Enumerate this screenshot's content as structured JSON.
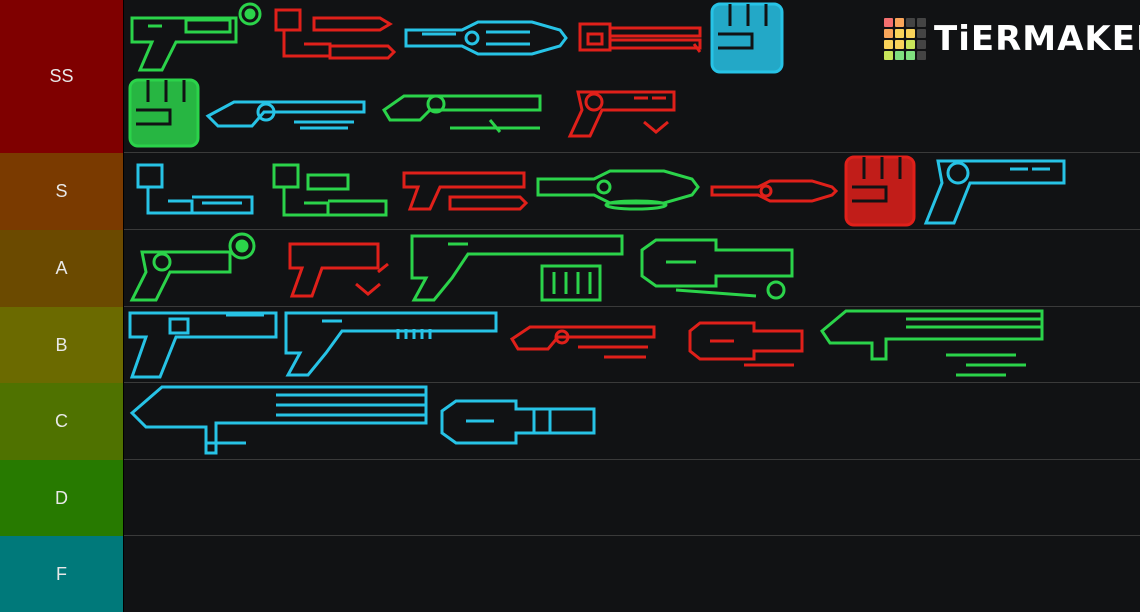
{
  "watermark": {
    "text": "TiERMAKER"
  },
  "colors": {
    "green": "#2bd34a",
    "red": "#e0201a",
    "cyan": "#27c3e6"
  },
  "tiers": [
    {
      "label": "SS",
      "color": "#7f0000"
    },
    {
      "label": "S",
      "color": "#7a3a00"
    },
    {
      "label": "A",
      "color": "#6b4a00"
    },
    {
      "label": "B",
      "color": "#6b6a00"
    },
    {
      "label": "C",
      "color": "#4f7200"
    },
    {
      "label": "D",
      "color": "#277a00"
    },
    {
      "label": "F",
      "color": "#00797a"
    }
  ],
  "items": {
    "ss": [
      {
        "icon": "green-pistol-icon",
        "color": "green"
      },
      {
        "icon": "red-chainsaw-arm-icon",
        "color": "red"
      },
      {
        "icon": "cyan-plasma-rifle-icon",
        "color": "cyan"
      },
      {
        "icon": "red-chaingun-icon",
        "color": "red"
      },
      {
        "icon": "cyan-fist-icon",
        "color": "cyan"
      },
      {
        "icon": "green-fist-icon",
        "color": "green"
      },
      {
        "icon": "cyan-rail-rifle-icon",
        "color": "cyan"
      },
      {
        "icon": "green-launcher-icon",
        "color": "green"
      },
      {
        "icon": "red-revolver-icon",
        "color": "red"
      }
    ],
    "s": [
      {
        "icon": "cyan-robot-arm-icon",
        "color": "cyan"
      },
      {
        "icon": "green-robot-arm-icon",
        "color": "green"
      },
      {
        "icon": "red-chainsaw-gun-icon",
        "color": "red"
      },
      {
        "icon": "green-plasma-rifle-icon",
        "color": "green"
      },
      {
        "icon": "red-plasma-rifle-icon",
        "color": "red"
      },
      {
        "icon": "red-fist-icon",
        "color": "red"
      },
      {
        "icon": "cyan-revolver-icon",
        "color": "cyan"
      }
    ],
    "a": [
      {
        "icon": "green-revolver-icon",
        "color": "green"
      },
      {
        "icon": "red-pistol-icon",
        "color": "red"
      },
      {
        "icon": "green-shotgun-icon",
        "color": "green"
      },
      {
        "icon": "green-minigun-icon",
        "color": "green"
      }
    ],
    "b": [
      {
        "icon": "cyan-pistol-icon",
        "color": "cyan"
      },
      {
        "icon": "cyan-shotgun-icon",
        "color": "cyan"
      },
      {
        "icon": "red-rail-rifle-icon",
        "color": "red"
      },
      {
        "icon": "red-minigun-icon",
        "color": "red"
      },
      {
        "icon": "green-rocket-launcher-icon",
        "color": "green"
      }
    ],
    "c": [
      {
        "icon": "cyan-rocket-launcher-icon",
        "color": "cyan"
      },
      {
        "icon": "cyan-minigun-icon",
        "color": "cyan"
      }
    ]
  }
}
